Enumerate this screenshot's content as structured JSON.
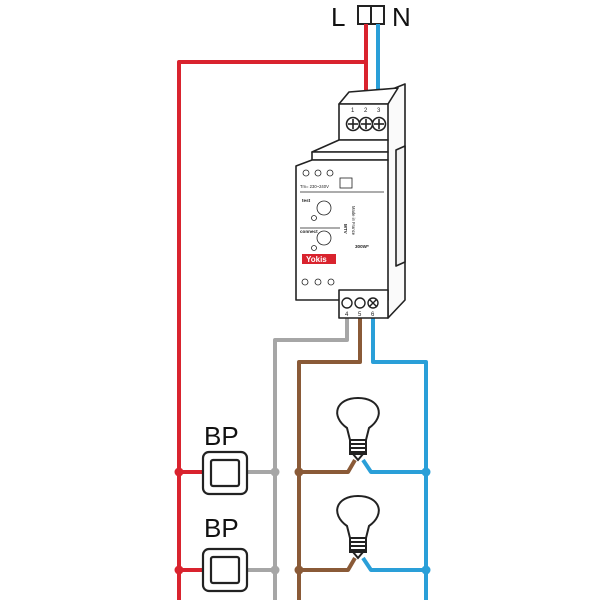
{
  "supply": {
    "line_label": "L",
    "neutral_label": "N"
  },
  "module": {
    "top_terminals": [
      "1",
      "2",
      "3"
    ],
    "bottom_terminals": [
      "4",
      "5",
      "6"
    ],
    "test_label": "test",
    "connect_label": "connect",
    "model": "MTV",
    "brand": "Yokis",
    "power": "300W*",
    "made_in": "Made in France",
    "voltage_small": "Tm= 230~240V"
  },
  "switches": [
    {
      "label": "BP"
    },
    {
      "label": "BP"
    }
  ],
  "colors": {
    "line": "#d9232e",
    "neutral": "#2a9fd8",
    "control": "#a6a6a6",
    "lamp": "#8a5a37",
    "brand_red": "#d9232e"
  }
}
